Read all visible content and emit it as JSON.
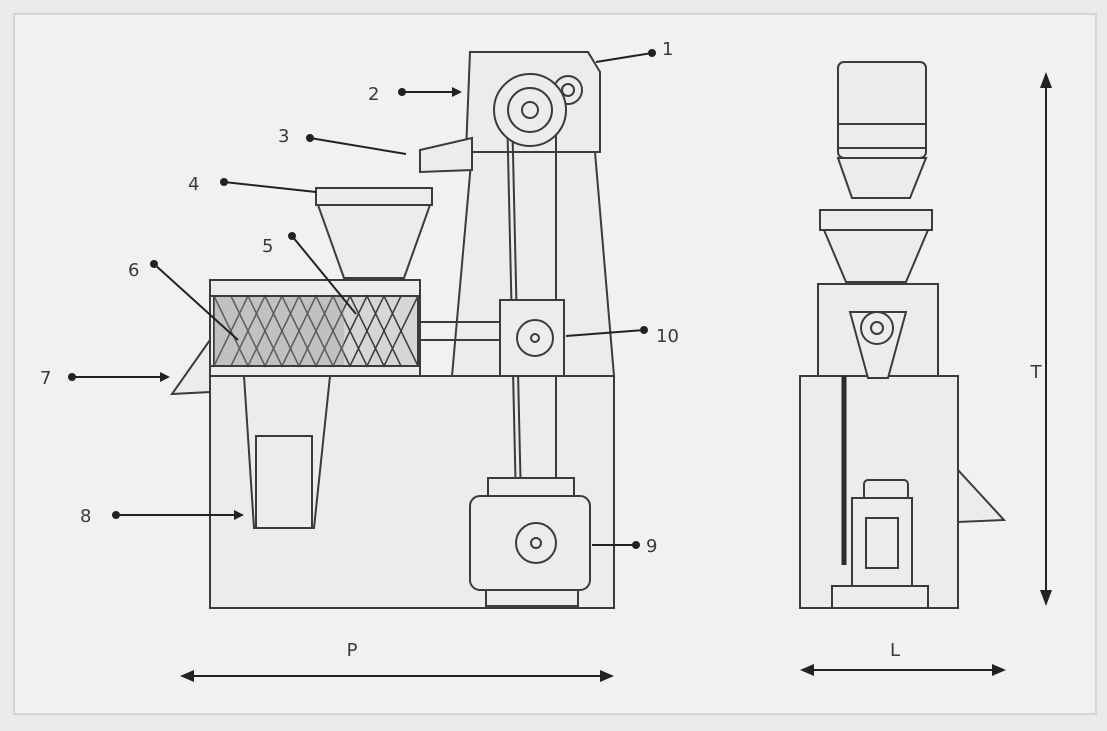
{
  "callouts": [
    {
      "label": "1"
    },
    {
      "label": "2"
    },
    {
      "label": "3"
    },
    {
      "label": "4"
    },
    {
      "label": "5"
    },
    {
      "label": "6"
    },
    {
      "label": "7"
    },
    {
      "label": "8"
    },
    {
      "label": "9"
    },
    {
      "label": "10"
    }
  ],
  "dimensions": {
    "width_label": "P",
    "depth_label": "L",
    "height_label": "T"
  },
  "colors": {
    "background": "#e9eaea",
    "frame_fill": "#eeeeee",
    "line": "#3b3b3b",
    "screw_fill": "#c9c9c9"
  }
}
